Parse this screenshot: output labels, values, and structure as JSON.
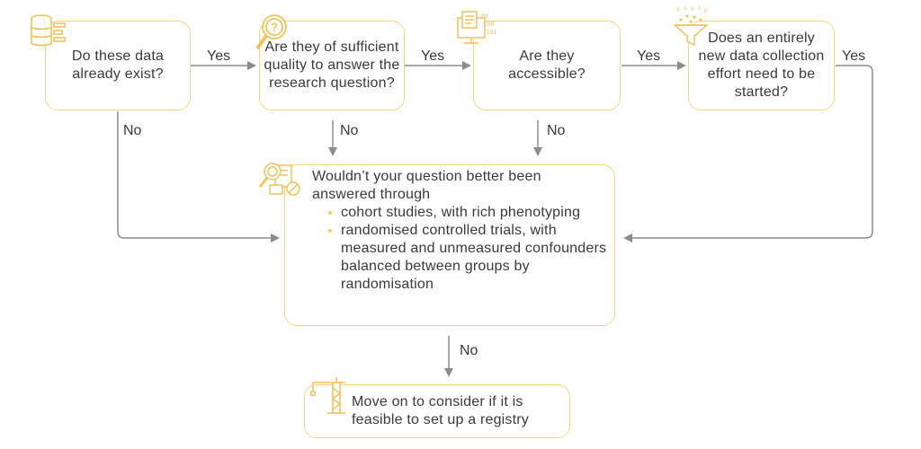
{
  "nodes": {
    "q1": "Do these data already exist?",
    "q2": "Are they of sufficient quality to answer the research question?",
    "q3": "Are they accessible?",
    "q4": "Does an entirely new data collection effort need to be started?",
    "central_intro": "Wouldn’t your question better been answered through",
    "central_bullets": [
      "cohort studies, with rich phenotyping",
      "randomised controlled trials, with measured and unmeasured confounders balanced between groups by randomisation"
    ],
    "final": "Move on to consider if it is feasible to set up a registry"
  },
  "edge_labels": {
    "yes": "Yes",
    "no": "No"
  },
  "icons": [
    "database-icon",
    "magnifier-question-icon",
    "monitor-data-icon",
    "funnel-icon",
    "search-document-icon",
    "crane-icon"
  ],
  "colors": {
    "box_border": "#f3d67e",
    "icon": "#f0c35c",
    "arrow": "#8c8c8c",
    "text": "#3a3a3a"
  }
}
